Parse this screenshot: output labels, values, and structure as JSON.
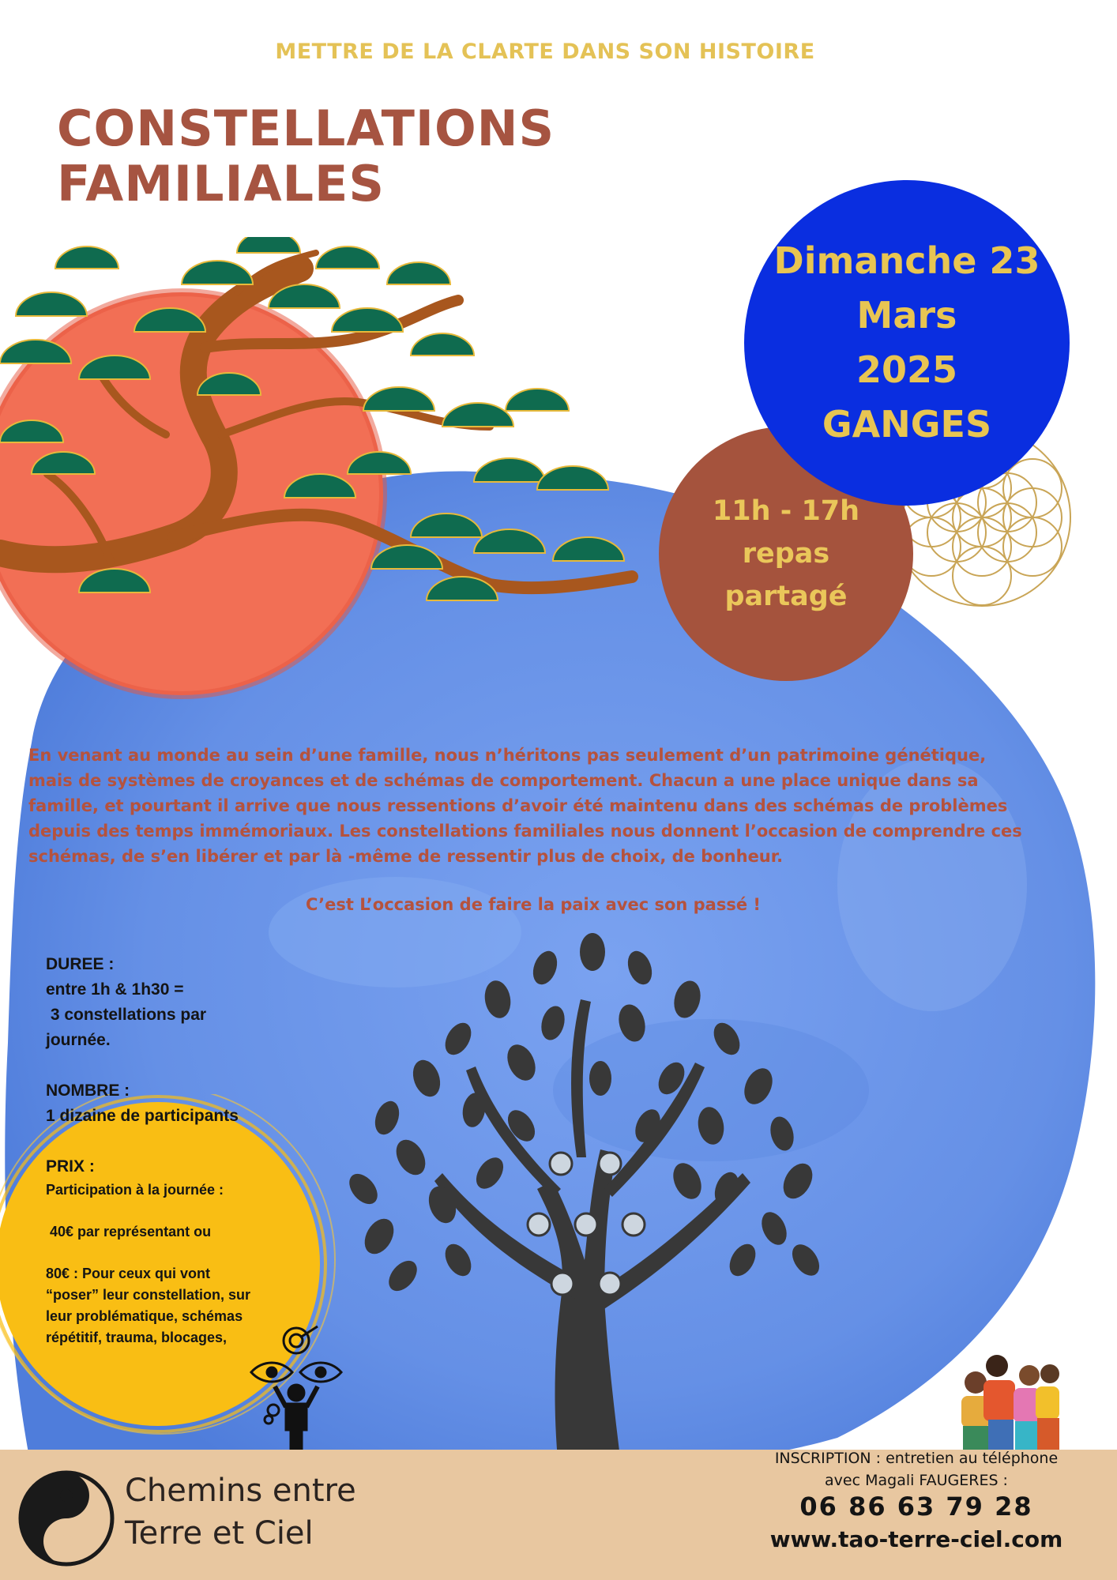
{
  "header": {
    "tagline": "METTRE DE LA CLARTE DANS SON HISTOIRE",
    "title_line1": "CONSTELLATIONS",
    "title_line2": "FAMILIALES"
  },
  "event": {
    "date_line1": "Dimanche 23",
    "date_line2": "Mars",
    "date_line3": "2025",
    "place": "GANGES",
    "time": "11h - 17h",
    "meal_line1": "repas",
    "meal_line2": "partagé"
  },
  "intro": {
    "paragraph": "En venant au monde au sein d’une famille, nous n’héritons pas seulement d’un patrimoine génétique, mais de systèmes de croyances et de schémas de comportement. Chacun a une place unique dans sa famille, et pourtant il arrive que nous ressentions d’avoir été maintenu dans des schémas de problèmes depuis des temps immémoriaux. Les constellations familiales nous donnent l’occasion de comprendre ces schémas, de s’en libérer et par là -même de ressentir plus de choix, de bonheur.",
    "quote": "C’est L’occasion de faire la paix avec son passé !"
  },
  "details": {
    "duree_label": "DUREE :",
    "duree_line1": "entre 1h & 1h30 =",
    "duree_line2": " 3 constellations par",
    "duree_line3": "journée.",
    "nombre_label": "NOMBRE :",
    "nombre_value": "1 dizaine de participants",
    "prix_label": "PRIX :",
    "prix_intro": "Participation à la journée :",
    "prix_option1": " 40€ par représentant ou",
    "prix_option2_line1": "80€ : Pour ceux qui vont",
    "prix_option2_line2": "“poser” leur constellation, sur",
    "prix_option2_line3": "leur problématique, schémas",
    "prix_option2_line4": "répétitif, trauma, blocages,"
  },
  "footer": {
    "brand_line1": "Chemins entre",
    "brand_line2": "Terre et Ciel",
    "inscription_line1": "INSCRIPTION : entretien au téléphone",
    "inscription_line2": "avec Magali FAUGERES  :",
    "phone": "06 86 63 79 28",
    "website": "www.tao-terre-ciel.com"
  },
  "colors": {
    "tagline": "#e4c256",
    "title": "#a65441",
    "date_circle": "#0a2ee0",
    "time_circle": "#a5533d",
    "circle_text": "#e8c552",
    "watercolor_blue": "#6a94ea",
    "sun": "#f26f55",
    "price_circle": "#f9be14",
    "footer": "#e8c7a0"
  },
  "icons": [
    "bonsai-tree-illustration",
    "red-sun",
    "flower-of-life-icon",
    "family-tree-illustration",
    "vision-target-person-icon",
    "group-of-people-illustration",
    "yin-yang-icon"
  ]
}
